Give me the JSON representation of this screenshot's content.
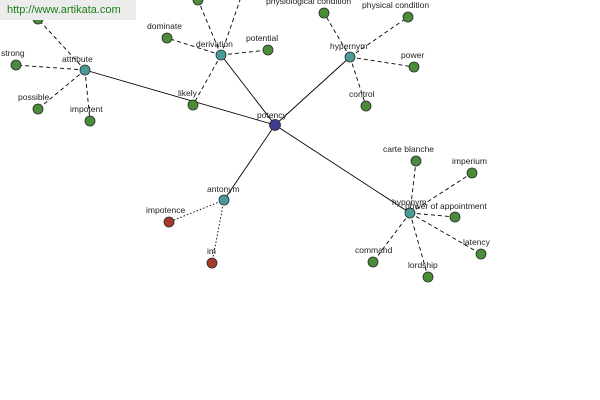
{
  "watermark": {
    "text": "http://www.artikata.com"
  },
  "colors": {
    "center": "#3e3e8e",
    "relation": "#4a9a9a",
    "leaf": "#4a8c3a",
    "antonym_leaf": "#a33a2a"
  },
  "nodes": [
    {
      "id": "potency",
      "label": "potency",
      "kind": "center"
    },
    {
      "id": "attribute",
      "label": "attribute",
      "kind": "relation"
    },
    {
      "id": "derivation",
      "label": "derivation",
      "kind": "relation"
    },
    {
      "id": "hypernym",
      "label": "hypernym",
      "kind": "relation"
    },
    {
      "id": "hyponym",
      "label": "hyponym",
      "kind": "relation"
    },
    {
      "id": "antonym",
      "label": "antonym",
      "kind": "relation"
    },
    {
      "id": "strong",
      "label": "strong",
      "kind": "leaf"
    },
    {
      "id": "possible",
      "label": "possible",
      "kind": "leaf"
    },
    {
      "id": "impotent",
      "label": "impotent",
      "kind": "leaf"
    },
    {
      "id": "attr_top",
      "label": "",
      "kind": "leaf"
    },
    {
      "id": "dominate",
      "label": "dominate",
      "kind": "leaf"
    },
    {
      "id": "potential",
      "label": "potential",
      "kind": "leaf"
    },
    {
      "id": "likely",
      "label": "likely",
      "kind": "leaf"
    },
    {
      "id": "deriv_top",
      "label": "",
      "kind": "leaf"
    },
    {
      "id": "physiological_condition",
      "label": "physiological condition",
      "kind": "leaf"
    },
    {
      "id": "physical_condition",
      "label": "physical condition",
      "kind": "leaf"
    },
    {
      "id": "power",
      "label": "power",
      "kind": "leaf"
    },
    {
      "id": "control",
      "label": "control",
      "kind": "leaf"
    },
    {
      "id": "carte_blanche",
      "label": "carte blanche",
      "kind": "leaf"
    },
    {
      "id": "imperium",
      "label": "imperium",
      "kind": "leaf"
    },
    {
      "id": "power_of_appointment",
      "label": "power of appointment",
      "kind": "leaf"
    },
    {
      "id": "latency",
      "label": "latency",
      "kind": "leaf"
    },
    {
      "id": "lordship",
      "label": "lordship",
      "kind": "leaf"
    },
    {
      "id": "command",
      "label": "command",
      "kind": "leaf"
    },
    {
      "id": "impotence",
      "label": "impotence",
      "kind": "antonym_leaf"
    },
    {
      "id": "im",
      "label": "im",
      "kind": "antonym_leaf"
    }
  ],
  "edges": [
    {
      "from": "potency",
      "to": "attribute",
      "style": "solid"
    },
    {
      "from": "potency",
      "to": "derivation",
      "style": "solid"
    },
    {
      "from": "potency",
      "to": "hypernym",
      "style": "solid"
    },
    {
      "from": "potency",
      "to": "hyponym",
      "style": "solid"
    },
    {
      "from": "potency",
      "to": "antonym",
      "style": "solid"
    },
    {
      "from": "attribute",
      "to": "strong",
      "style": "dashed"
    },
    {
      "from": "attribute",
      "to": "possible",
      "style": "dashed"
    },
    {
      "from": "attribute",
      "to": "impotent",
      "style": "dashed"
    },
    {
      "from": "attribute",
      "to": "attr_top",
      "style": "dashed"
    },
    {
      "from": "derivation",
      "to": "dominate",
      "style": "dashed"
    },
    {
      "from": "derivation",
      "to": "potential",
      "style": "dashed"
    },
    {
      "from": "derivation",
      "to": "likely",
      "style": "dashed"
    },
    {
      "from": "derivation",
      "to": "deriv_top",
      "style": "dashed"
    },
    {
      "from": "derivation",
      "to": "deriv_top2",
      "style": "dashed"
    },
    {
      "from": "hypernym",
      "to": "physiological_condition",
      "style": "dashed"
    },
    {
      "from": "hypernym",
      "to": "physical_condition",
      "style": "dashed"
    },
    {
      "from": "hypernym",
      "to": "power",
      "style": "dashed"
    },
    {
      "from": "hypernym",
      "to": "control",
      "style": "dashed"
    },
    {
      "from": "hyponym",
      "to": "carte_blanche",
      "style": "dashed"
    },
    {
      "from": "hyponym",
      "to": "imperium",
      "style": "dashed"
    },
    {
      "from": "hyponym",
      "to": "power_of_appointment",
      "style": "dashed"
    },
    {
      "from": "hyponym",
      "to": "latency",
      "style": "dashed"
    },
    {
      "from": "hyponym",
      "to": "lordship",
      "style": "dashed"
    },
    {
      "from": "hyponym",
      "to": "command",
      "style": "dashed"
    },
    {
      "from": "antonym",
      "to": "impotence",
      "style": "dotted"
    },
    {
      "from": "antonym",
      "to": "im",
      "style": "dotted"
    }
  ]
}
